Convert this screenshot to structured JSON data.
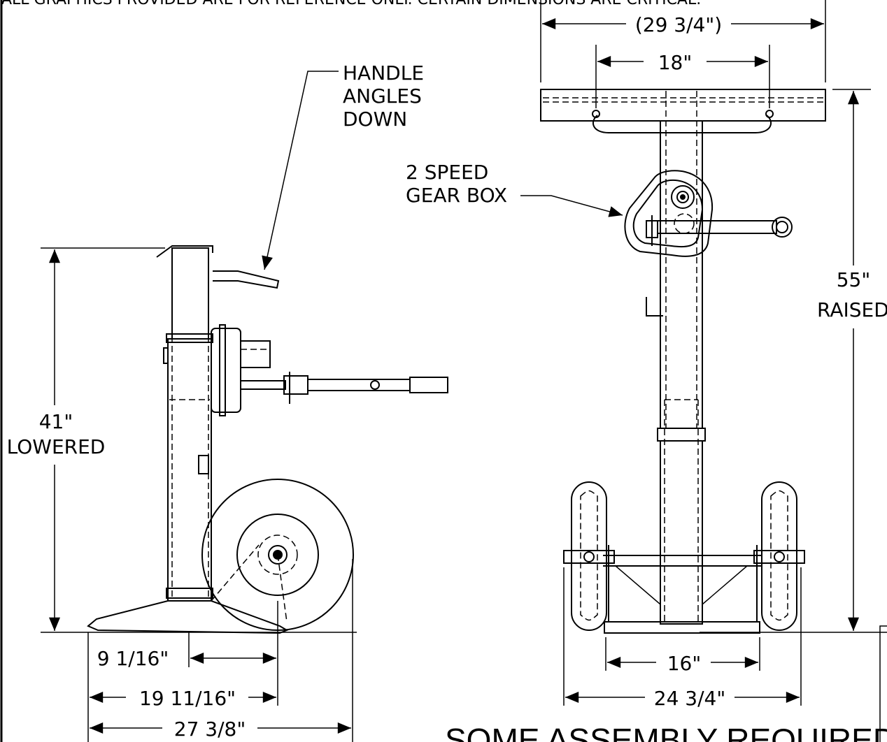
{
  "header_note": "ALL GRAPHICS PROVIDED ARE FOR REFERENCE ONLY. CERTAIN DIMENSIONS ARE CRITICAL.",
  "callouts": {
    "handle": [
      "HANDLE",
      "ANGLES",
      "DOWN"
    ],
    "gearbox": [
      "2 SPEED",
      "GEAR BOX"
    ]
  },
  "dimensions": {
    "top_width": "(29 3/4\")",
    "handle_span": "18\"",
    "raised_height": "55\"",
    "raised_label": "RAISED",
    "lowered_height": "41\"",
    "lowered_label": "LOWERED",
    "axle_offset": "9 1/16\"",
    "foot_to_axle": "19 11/16\"",
    "overall_depth": "27 3/8\"",
    "base_width": "16\"",
    "track_width": "24 3/4\""
  },
  "footer_note": "SOME ASSEMBLY REQUIRED",
  "colors": {
    "line": "#000000",
    "background": "#ffffff"
  }
}
